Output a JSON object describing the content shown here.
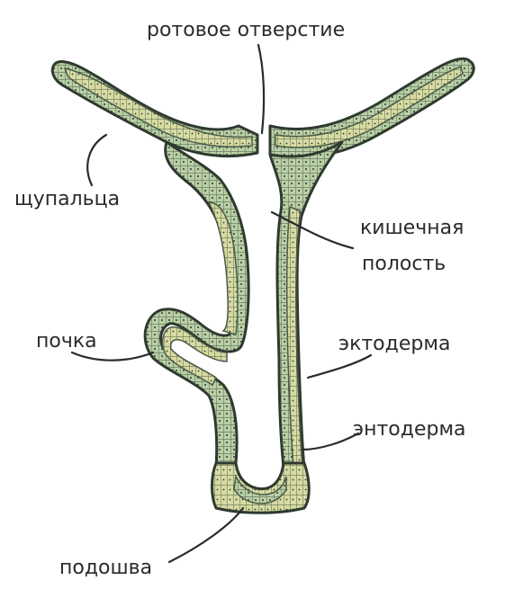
{
  "diagram": {
    "labels": {
      "mouth": "ротовое отверстие",
      "tentacles": "щупальца",
      "cavity_line1": "кишечная",
      "cavity_line2": "полость",
      "bud": "почка",
      "ectoderm": "эктодерма",
      "endoderm": "энтодерма",
      "sole": "подошва"
    },
    "colors": {
      "ectoderm_cells": "#b9cfa6",
      "endoderm_cells": "#d7dba2",
      "outline": "#2f3a2f",
      "cell_line": "#4a5a46",
      "text": "#2b2b2b",
      "background": "#ffffff"
    }
  }
}
